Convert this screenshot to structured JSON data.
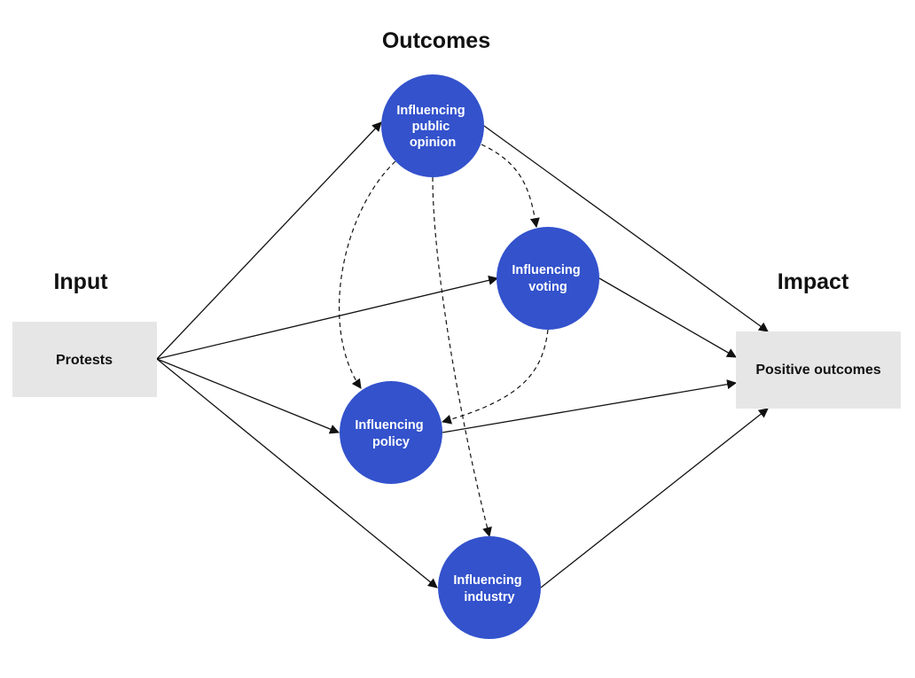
{
  "headings": {
    "input": "Input",
    "outcomes": "Outcomes",
    "impact": "Impact"
  },
  "nodes": {
    "protests": {
      "label": "Protests"
    },
    "positive_outcomes": {
      "label": "Positive outcomes"
    },
    "public_opinion": {
      "lines": [
        "Influencing",
        "public",
        "opinion"
      ]
    },
    "voting": {
      "lines": [
        "Influencing",
        "voting"
      ]
    },
    "policy": {
      "lines": [
        "Influencing",
        "policy"
      ]
    },
    "industry": {
      "lines": [
        "Influencing",
        "industry"
      ]
    }
  },
  "edges": [
    {
      "from": "protests",
      "to": "public_opinion",
      "style": "solid"
    },
    {
      "from": "protests",
      "to": "voting",
      "style": "solid"
    },
    {
      "from": "protests",
      "to": "policy",
      "style": "solid"
    },
    {
      "from": "protests",
      "to": "industry",
      "style": "solid"
    },
    {
      "from": "public_opinion",
      "to": "positive_outcomes",
      "style": "solid"
    },
    {
      "from": "voting",
      "to": "positive_outcomes",
      "style": "solid"
    },
    {
      "from": "policy",
      "to": "positive_outcomes",
      "style": "solid"
    },
    {
      "from": "industry",
      "to": "positive_outcomes",
      "style": "solid"
    },
    {
      "from": "public_opinion",
      "to": "voting",
      "style": "dashed"
    },
    {
      "from": "public_opinion",
      "to": "policy",
      "style": "dashed"
    },
    {
      "from": "public_opinion",
      "to": "industry",
      "style": "dashed"
    },
    {
      "from": "voting",
      "to": "policy",
      "style": "dashed"
    }
  ],
  "colors": {
    "circle_fill": "#3352CC",
    "box_fill": "#E6E6E6",
    "line": "#111111"
  }
}
